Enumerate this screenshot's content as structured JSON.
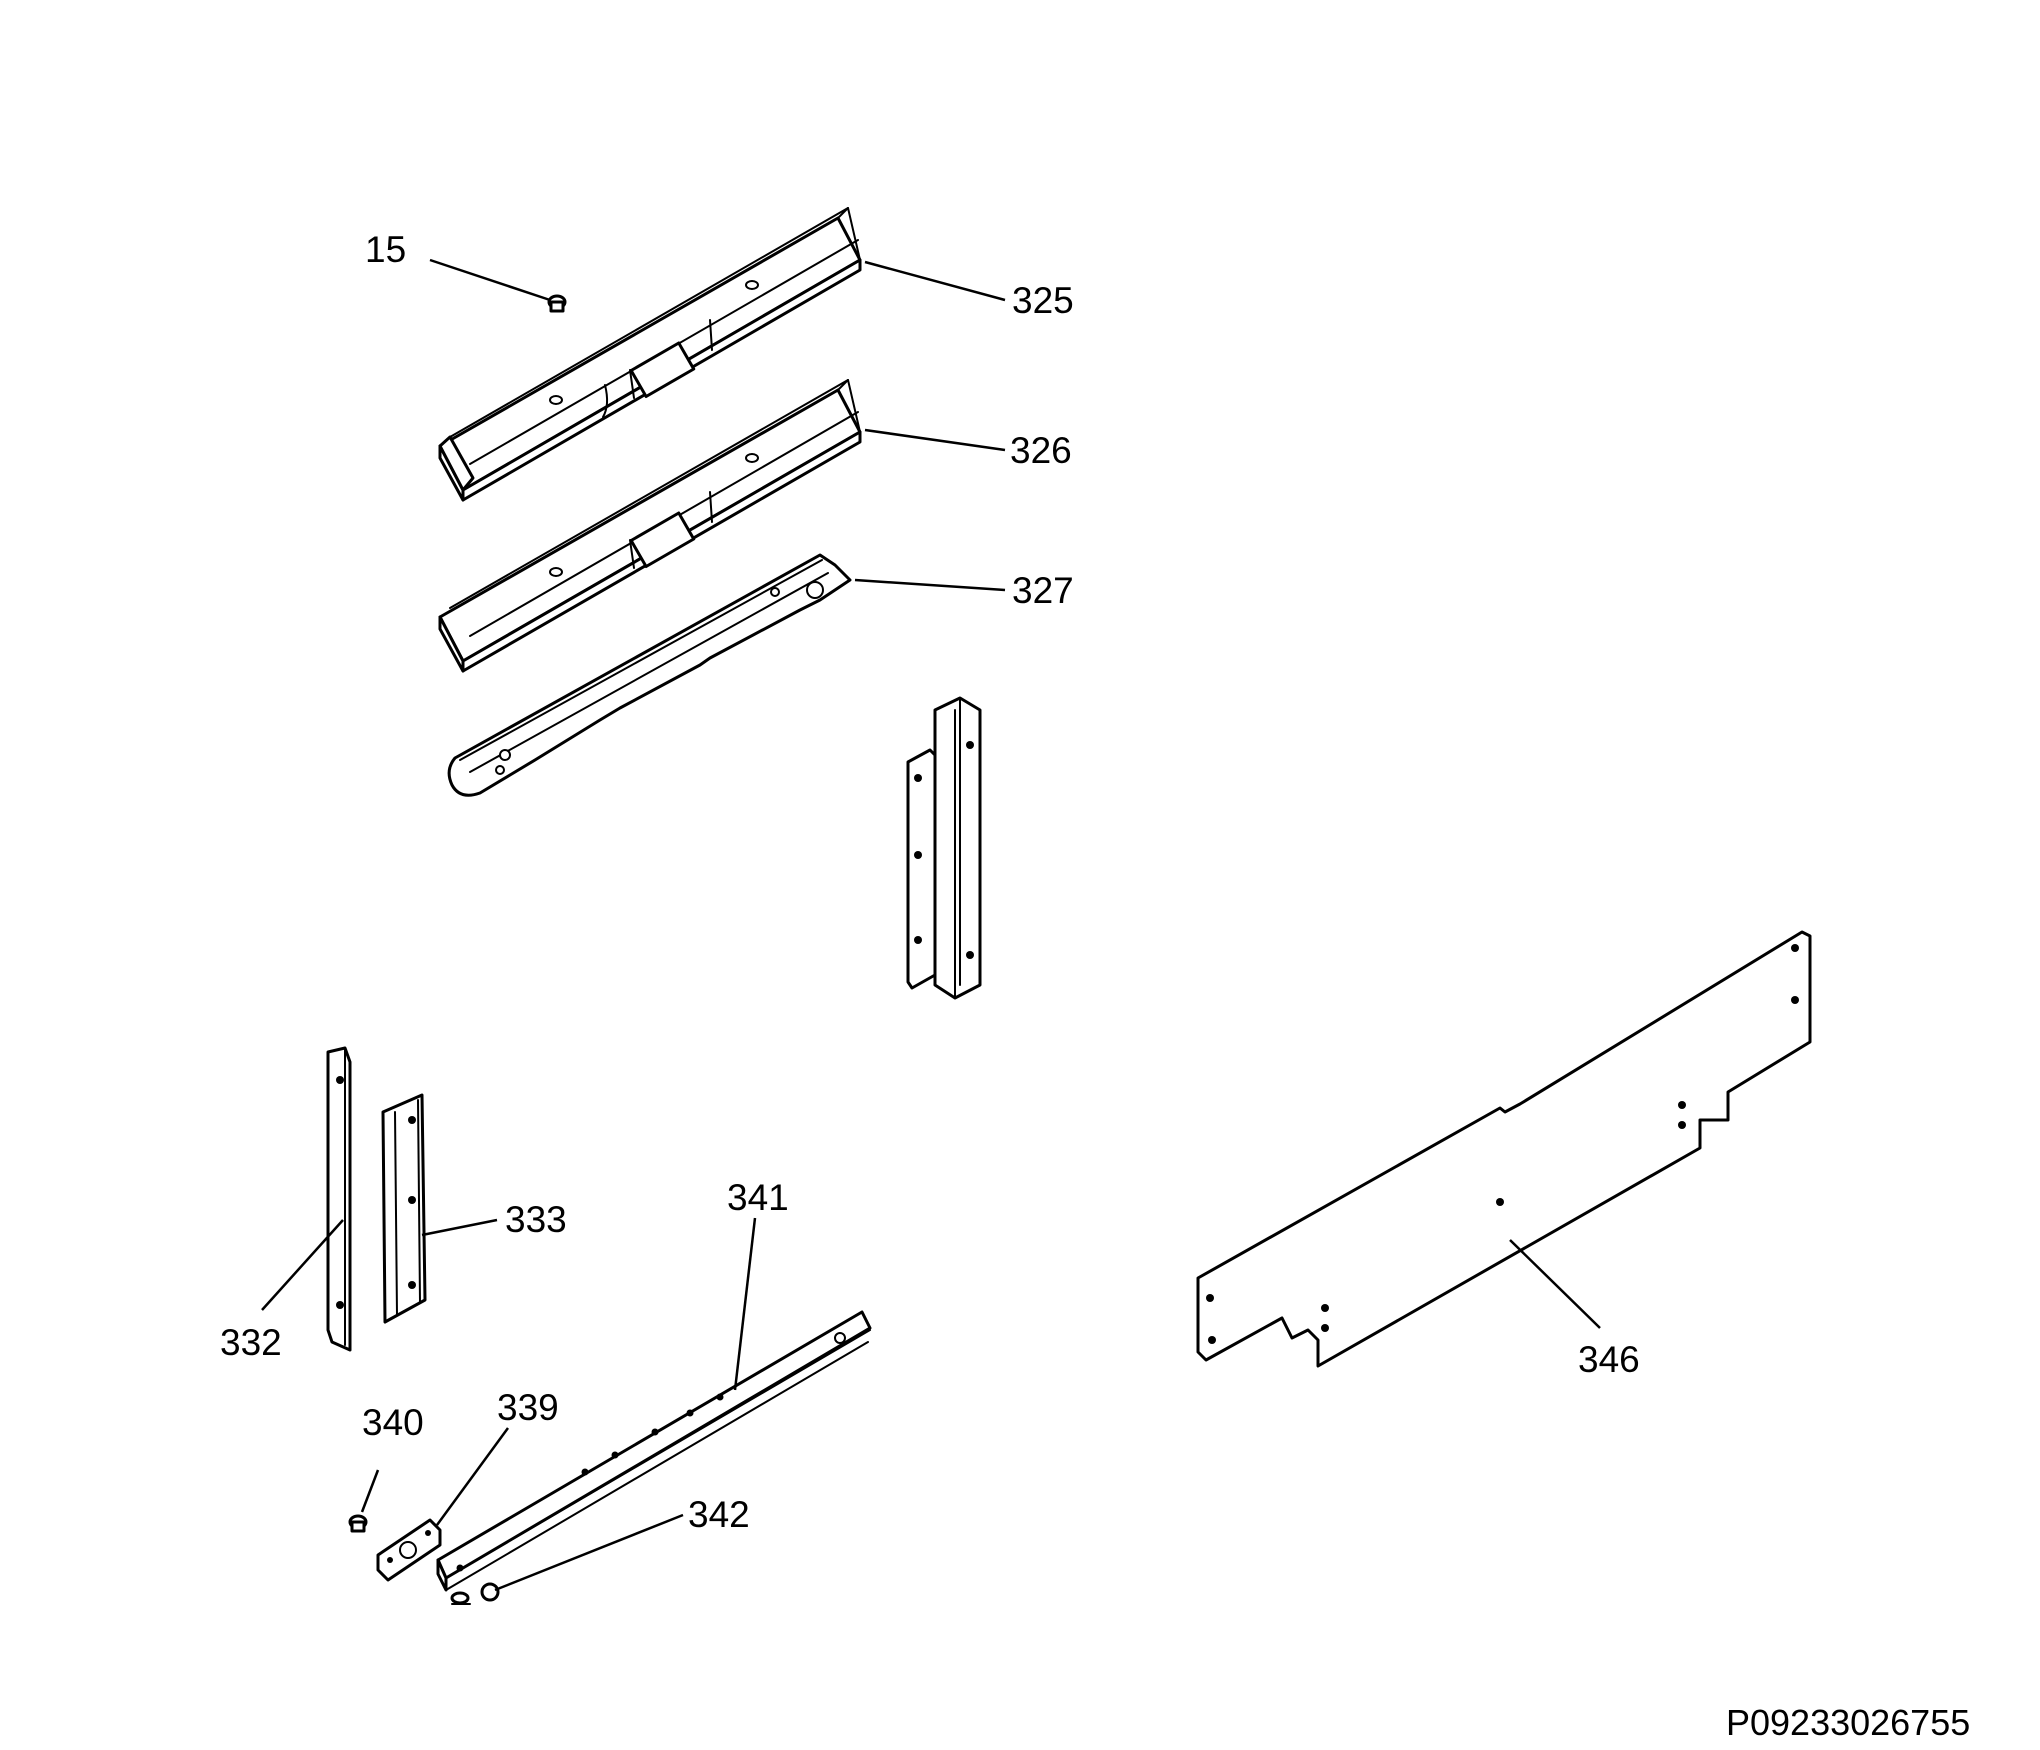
{
  "diagram": {
    "drawing_number": "P09233026755",
    "callouts": [
      {
        "id": "label-15",
        "text": "15"
      },
      {
        "id": "label-325",
        "text": "325"
      },
      {
        "id": "label-326",
        "text": "326"
      },
      {
        "id": "label-327",
        "text": "327"
      },
      {
        "id": "label-332",
        "text": "332"
      },
      {
        "id": "label-333",
        "text": "333"
      },
      {
        "id": "label-339",
        "text": "339"
      },
      {
        "id": "label-340",
        "text": "340"
      },
      {
        "id": "label-341",
        "text": "341"
      },
      {
        "id": "label-342",
        "text": "342"
      },
      {
        "id": "label-346",
        "text": "346"
      }
    ]
  }
}
